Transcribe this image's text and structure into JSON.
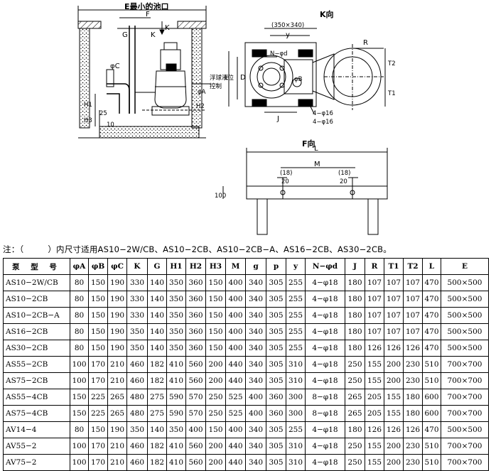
{
  "drawing": {
    "e_label": "E最小的池口",
    "k_view": "K向",
    "f_view": "F向",
    "dims_top": "(350×340)",
    "labels": {
      "F": "F",
      "G": "G",
      "K": "K",
      "K_arrow": "K",
      "C": "φC",
      "H1": "H1",
      "H2": "H2",
      "H3": "H3",
      "twenty_five": "25",
      "ten": "10",
      "A": "φA",
      "float": "浮球液位",
      "control": "控制",
      "y": "y",
      "R": "R",
      "D": "D",
      "E2": "E",
      "Nd": "N−φd",
      "B": "φB",
      "J": "J",
      "T2": "T2",
      "T1": "T1",
      "hole16a": "4−φ16",
      "hole16b": "4−φ16",
      "L": "L",
      "M": "M",
      "p18a": "(18)",
      "p20a": "20",
      "p18b": "(18)",
      "p20b": "20",
      "hundred": "100"
    }
  },
  "note": {
    "prefix": "注：（",
    "suffix": "）内尺寸适用AS10−2W/CB、AS10−2CB、AS10−2CB−A、AS16−2CB、AS30−2CB。"
  },
  "table": {
    "headers": [
      "泵 型 号",
      "φA",
      "φB",
      "φC",
      "K",
      "G",
      "H1",
      "H2",
      "H3",
      "M",
      "g",
      "p",
      "y",
      "N−φd",
      "J",
      "R",
      "T1",
      "T2",
      "L",
      "E"
    ],
    "rows": [
      [
        "AS10−2W/CB",
        "80",
        "150",
        "190",
        "330",
        "140",
        "350",
        "360",
        "150",
        "400",
        "340",
        "305",
        "255",
        "4−φ18",
        "180",
        "107",
        "107",
        "107",
        "470",
        "500×500"
      ],
      [
        "AS10−2CB",
        "80",
        "150",
        "190",
        "330",
        "140",
        "350",
        "360",
        "150",
        "400",
        "340",
        "305",
        "255",
        "4−φ18",
        "180",
        "107",
        "107",
        "107",
        "470",
        "500×500"
      ],
      [
        "AS10−2CB−A",
        "80",
        "150",
        "190",
        "330",
        "140",
        "350",
        "360",
        "150",
        "400",
        "340",
        "305",
        "255",
        "4−φ18",
        "180",
        "107",
        "107",
        "107",
        "470",
        "500×500"
      ],
      [
        "AS16−2CB",
        "80",
        "150",
        "190",
        "350",
        "140",
        "350",
        "360",
        "150",
        "400",
        "340",
        "305",
        "255",
        "4−φ18",
        "180",
        "107",
        "107",
        "107",
        "470",
        "500×500"
      ],
      [
        "AS30−2CB",
        "80",
        "150",
        "190",
        "350",
        "140",
        "350",
        "360",
        "150",
        "400",
        "340",
        "305",
        "255",
        "4−φ18",
        "180",
        "126",
        "126",
        "126",
        "470",
        "500×500"
      ],
      [
        "AS55−2CB",
        "100",
        "170",
        "210",
        "460",
        "182",
        "410",
        "560",
        "200",
        "440",
        "340",
        "305",
        "310",
        "4−φ18",
        "250",
        "155",
        "200",
        "230",
        "510",
        "700×700"
      ],
      [
        "AS75−2CB",
        "100",
        "170",
        "210",
        "460",
        "182",
        "410",
        "560",
        "200",
        "440",
        "340",
        "305",
        "310",
        "4−φ18",
        "250",
        "155",
        "200",
        "230",
        "510",
        "700×700"
      ],
      [
        "AS55−4CB",
        "150",
        "225",
        "265",
        "480",
        "275",
        "590",
        "570",
        "250",
        "525",
        "400",
        "360",
        "300",
        "8−φ18",
        "265",
        "205",
        "155",
        "180",
        "600",
        "700×700"
      ],
      [
        "AS75−4CB",
        "150",
        "225",
        "265",
        "480",
        "275",
        "590",
        "570",
        "250",
        "525",
        "400",
        "360",
        "300",
        "8−φ18",
        "265",
        "205",
        "155",
        "180",
        "600",
        "700×700"
      ],
      [
        "AV14−4",
        "80",
        "150",
        "190",
        "350",
        "140",
        "350",
        "400",
        "150",
        "400",
        "340",
        "305",
        "255",
        "4−φ18",
        "180",
        "126",
        "126",
        "126",
        "470",
        "500×500"
      ],
      [
        "AV55−2",
        "100",
        "170",
        "210",
        "460",
        "182",
        "410",
        "560",
        "200",
        "440",
        "340",
        "305",
        "310",
        "4−φ18",
        "250",
        "155",
        "200",
        "230",
        "510",
        "700×700"
      ],
      [
        "AV75−2",
        "100",
        "170",
        "210",
        "460",
        "182",
        "410",
        "560",
        "200",
        "440",
        "340",
        "305",
        "310",
        "4−φ18",
        "250",
        "155",
        "200",
        "230",
        "510",
        "700×700"
      ]
    ]
  }
}
